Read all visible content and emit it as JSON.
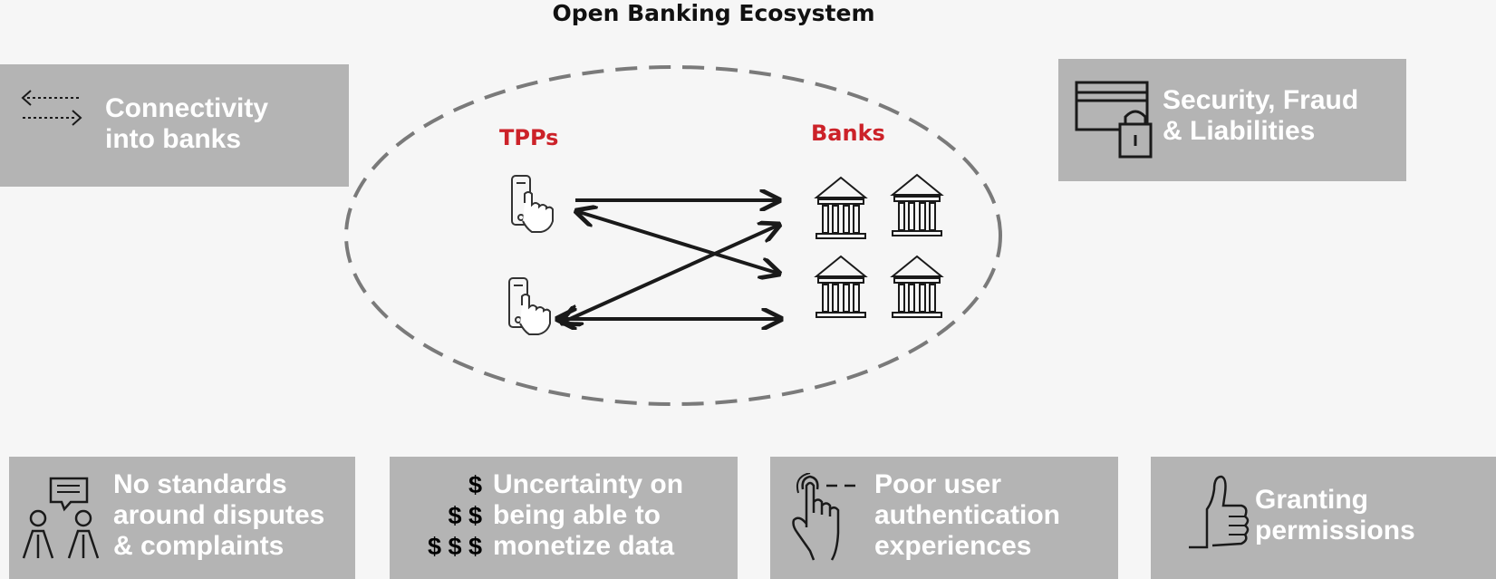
{
  "title": "Open Banking Ecosystem",
  "diagram": {
    "left_label": "TPPs",
    "right_label": "Banks"
  },
  "boxes": {
    "connectivity": {
      "line1": "Connectivity",
      "line2": "into banks"
    },
    "security": {
      "line1": "Security, Fraud",
      "line2": "& Liabilities"
    },
    "standards": {
      "line1": "No standards",
      "line2": "around disputes",
      "line3": "& complaints"
    },
    "uncertainty": {
      "line1": "Uncertainty on",
      "line2": "being able to",
      "line3": "monetize data",
      "dollar1": "$",
      "dollar2": "$ $",
      "dollar3": "$ $ $"
    },
    "authentication": {
      "line1": "Poor user",
      "line2": "authentication",
      "line3": "experiences"
    },
    "permissions": {
      "line1": "Granting",
      "line2": "permissions"
    }
  },
  "colors": {
    "box": "#b4b4b4",
    "accent": "#cc2229",
    "background": "#f6f6f6"
  }
}
